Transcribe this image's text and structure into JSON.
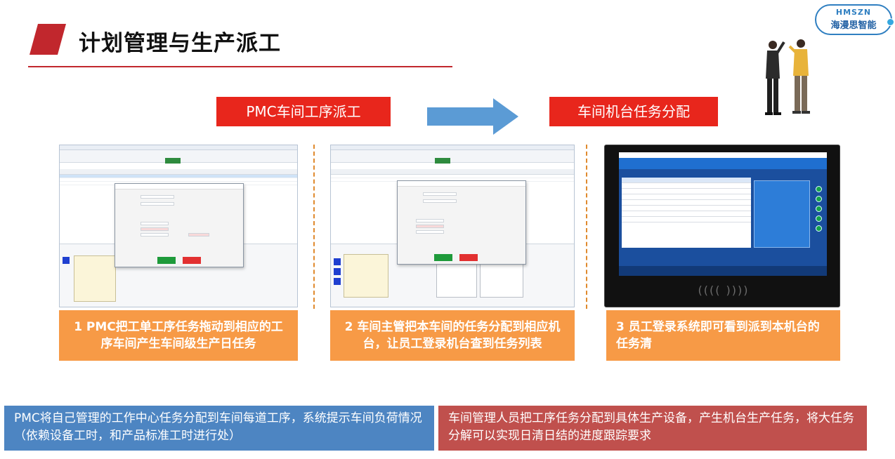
{
  "header": {
    "title": "计划管理与生产派工",
    "logo_top": "HMSZN",
    "logo_bottom": "海漫思智能"
  },
  "stages": [
    {
      "label": "PMC车间工序派工"
    },
    {
      "label": "车间机台任务分配"
    }
  ],
  "steps": [
    {
      "text": "1 PMC把工单工序任务拖动到相应的工序车间产生车间级生产日任务"
    },
    {
      "text": "2 车间主管把本车间的任务分配到相应机台，让员工登录机台查到任务列表"
    },
    {
      "text": "3 员工登录系统即可看到派到本机台的任务清"
    }
  ],
  "notes": [
    {
      "text": "PMC将自己管理的工作中心任务分配到车间每道工序，系统提示车间负荷情况（依赖设备工时，和产品标准工时进行处）"
    },
    {
      "text": "车间管理人员把工序任务分配到具体生产设备，产生机台生产任务，将大任务分解可以实现日清日结的进度跟踪要求"
    }
  ],
  "tablet": {
    "nfc_label": "(((( ))))"
  },
  "colors": {
    "accent_red": "#e8261c",
    "caption_orange": "#f79a46",
    "note_blue": "#4d85c2",
    "note_red": "#c0504d",
    "arrow_blue": "#5b9bd5"
  }
}
